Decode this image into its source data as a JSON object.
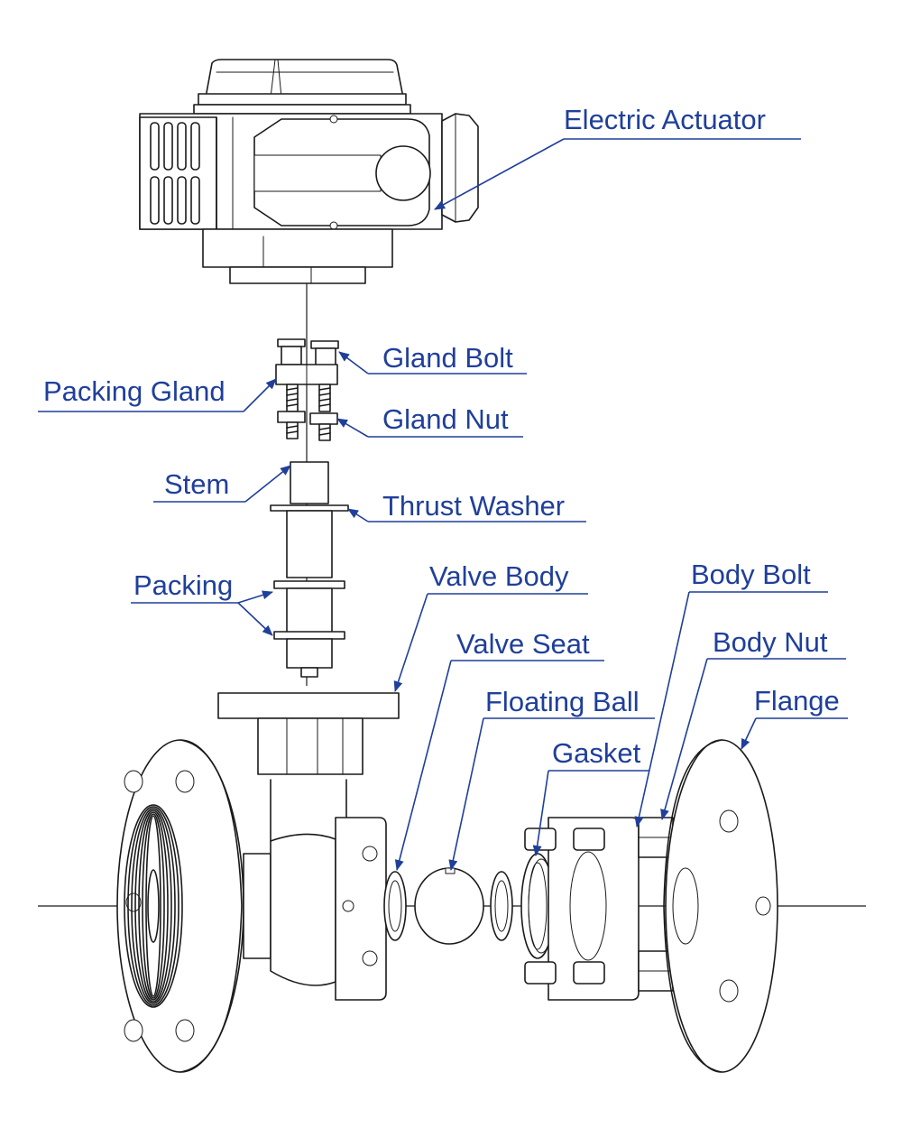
{
  "labels": {
    "electric_actuator": "Electric Actuator",
    "gland_bolt": "Gland Bolt",
    "packing_gland": "Packing Gland",
    "gland_nut": "Gland Nut",
    "stem": "Stem",
    "thrust_washer": "Thrust Washer",
    "packing": "Packing",
    "valve_body": "Valve Body",
    "body_bolt": "Body Bolt",
    "valve_seat": "Valve Seat",
    "body_nut": "Body Nut",
    "floating_ball": "Floating Ball",
    "flange": "Flange",
    "gasket": "Gasket"
  },
  "colors": {
    "label": "#1f3f9a",
    "line": "#1a1a1a",
    "background": "#ffffff"
  }
}
